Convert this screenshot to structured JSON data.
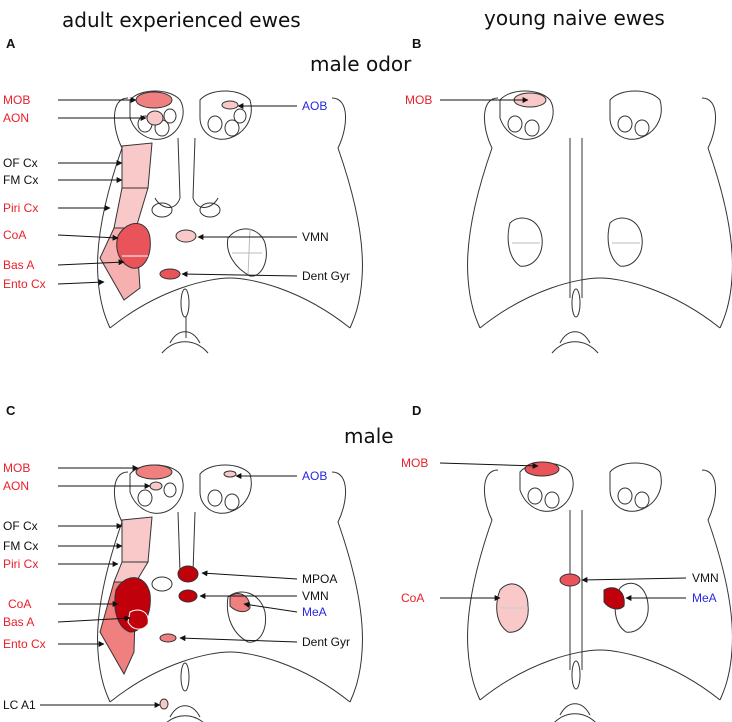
{
  "headers": {
    "left": "adult experienced ewes",
    "right": "young naive ewes"
  },
  "conditions": {
    "top": "male odor",
    "bottom": "male"
  },
  "panels": {
    "A": {
      "letter": "A",
      "labels": {
        "mob": "MOB",
        "aon": "AON",
        "ofcx": "OF Cx",
        "fmcx": "FM Cx",
        "piricx": "Piri Cx",
        "coa": "CoA",
        "basa": "Bas A",
        "entocx": "Ento Cx",
        "aob": "AOB",
        "vmn": "VMN",
        "dentgyr": "Dent Gyr"
      }
    },
    "B": {
      "letter": "B",
      "labels": {
        "mob": "MOB"
      }
    },
    "C": {
      "letter": "C",
      "labels": {
        "mob": "MOB",
        "aon": "AON",
        "ofcx": "OF Cx",
        "fmcx": "FM Cx",
        "piricx": "Piri Cx",
        "coa": "CoA",
        "basa": "Bas A",
        "entocx": "Ento Cx",
        "lca1": "LC A1",
        "aob": "AOB",
        "mpoa": "MPOA",
        "vmn": "VMN",
        "mea": "MeA",
        "dentgyr": "Dent Gyr"
      }
    },
    "D": {
      "letter": "D",
      "labels": {
        "mob": "MOB",
        "coa": "CoA",
        "vmn": "VMN",
        "mea": "MeA"
      }
    }
  },
  "colors": {
    "label_activated": "#e8202a",
    "label_accessory": "#2626e0",
    "label_neutral": "#111111",
    "fill_light": "#f9c9c9",
    "fill_medium": "#f07f7f",
    "fill_strong": "#e8545a",
    "fill_dark": "#c0000a"
  }
}
